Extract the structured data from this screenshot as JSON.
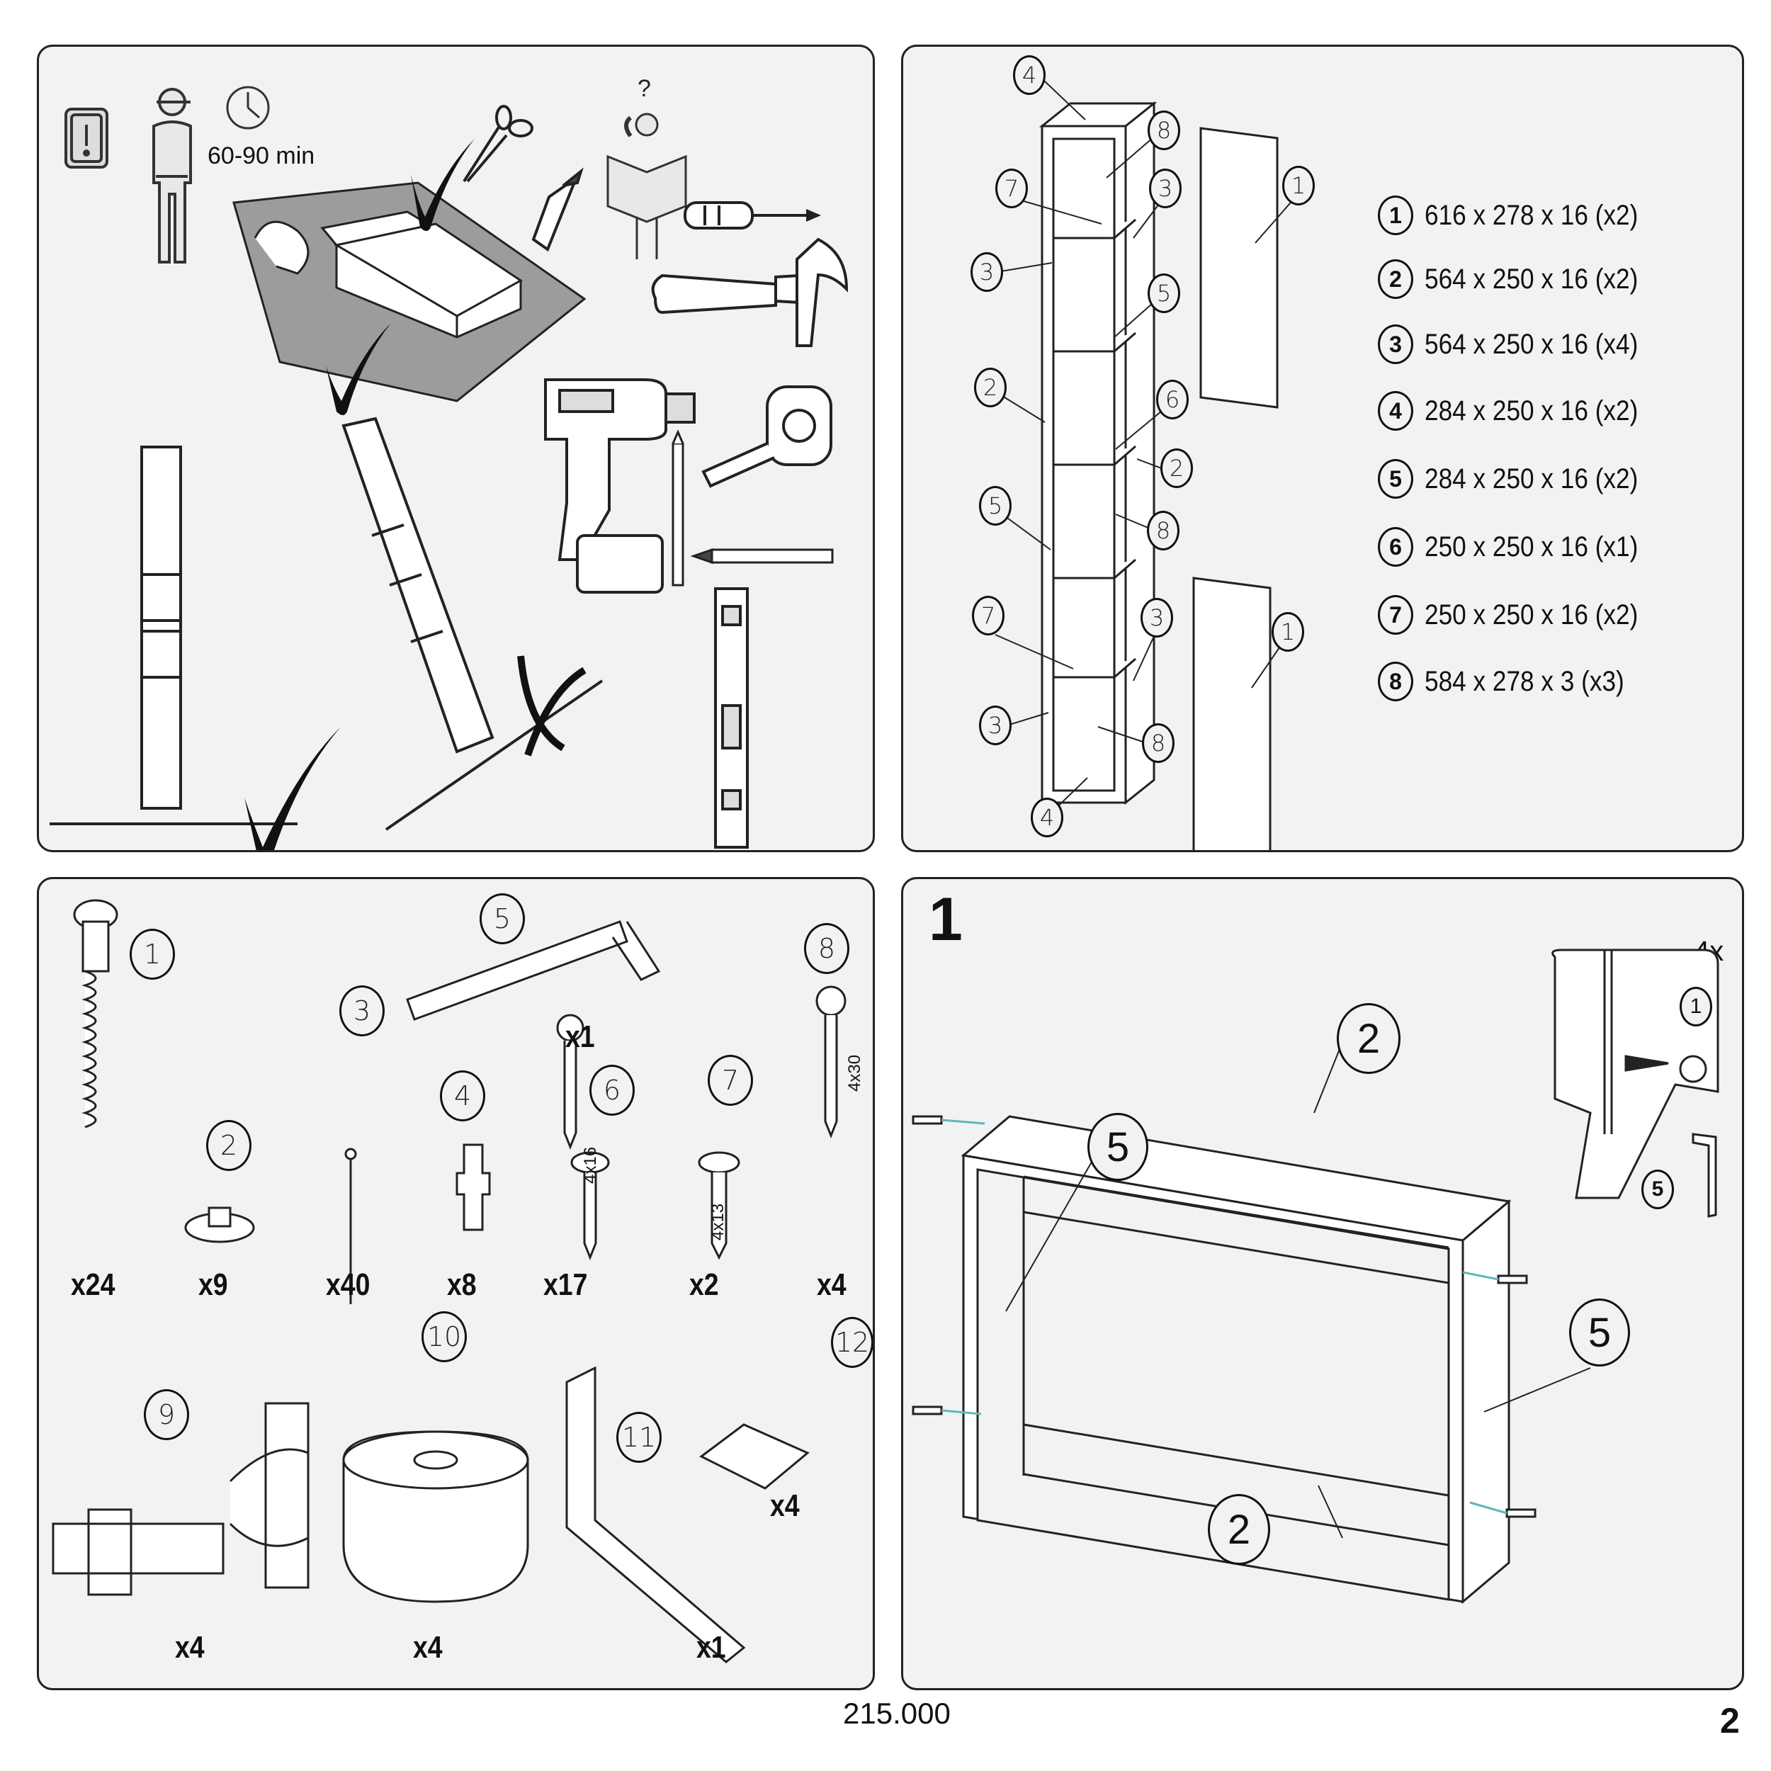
{
  "tools_panel": {
    "assembly_time": "60-90 min",
    "icons": [
      "warning-icon",
      "person-icon",
      "clock-icon",
      "scissors-icon",
      "utility-knife-icon",
      "screwdriver-icon",
      "hammer-icon",
      "drill-icon",
      "drill-bit-icon",
      "tape-measure-icon",
      "pencil-icon",
      "spirit-level-icon",
      "help-phone-icon"
    ]
  },
  "parts_panel": {
    "parts": [
      {
        "num": "1",
        "dims": "616 x 278 x 16 (x2)"
      },
      {
        "num": "2",
        "dims": "564 x 250 x 16 (x2)"
      },
      {
        "num": "3",
        "dims": "564 x 250 x 16 (x4)"
      },
      {
        "num": "4",
        "dims": "284 x 250 x 16 (x2)"
      },
      {
        "num": "5",
        "dims": "284 x 250 x 16 (x2)"
      },
      {
        "num": "6",
        "dims": "250 x 250 x 16 (x1)"
      },
      {
        "num": "7",
        "dims": "250 x 250 x 16 (x2)"
      },
      {
        "num": "8",
        "dims": "584 x 278 x 3 (x3)"
      }
    ],
    "callouts": [
      "4",
      "8",
      "7",
      "3",
      "3",
      "1",
      "5",
      "2",
      "6",
      "2",
      "5",
      "8",
      "7",
      "3",
      "1",
      "3",
      "8",
      "4"
    ]
  },
  "hardware_panel": {
    "items": [
      {
        "num": "1",
        "qty": "x24"
      },
      {
        "num": "2",
        "qty": "x9"
      },
      {
        "num": "3",
        "qty": "x40"
      },
      {
        "num": "4",
        "qty": "x8"
      },
      {
        "num": "5",
        "qty": "x1"
      },
      {
        "num": "6",
        "qty": "x17",
        "size": "4x16"
      },
      {
        "num": "7",
        "qty": "x2",
        "size": "4x13"
      },
      {
        "num": "8",
        "qty": "x4",
        "size": "4x30"
      },
      {
        "num": "9",
        "qty": "x4"
      },
      {
        "num": "10",
        "qty": "x4"
      },
      {
        "num": "11",
        "qty": "x1"
      },
      {
        "num": "12",
        "qty": "x4"
      }
    ]
  },
  "step_panel": {
    "step": "1",
    "detail_multiplier": "4x",
    "callouts": {
      "top": "2",
      "left": "5",
      "right": "5",
      "bottom": "2",
      "detail_screw": "1",
      "detail_key": "5"
    }
  },
  "footer": {
    "code": "215.000",
    "page": "2"
  }
}
